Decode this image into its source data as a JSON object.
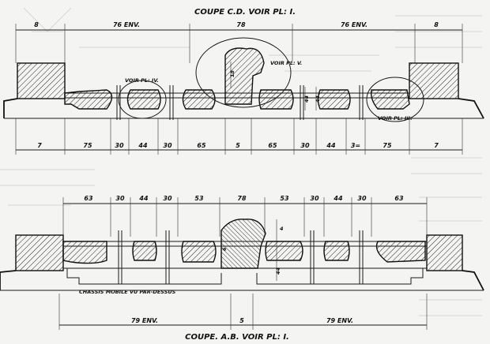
{
  "titles": {
    "top": "COUPE C.D. VOIR PL: I.",
    "bottom": "COUPE. A.B. VOIR PL: I."
  },
  "callouts": {
    "voir_iv": "VOIR PL: IV.",
    "voir_v": "VOIR PL: V.",
    "voir_iii": "VOIR PL: III.",
    "chassis": "CHASSIS MOBILE VU PAR-DESSUS"
  },
  "top_dims": {
    "upper": [
      "8",
      "76 ENV.",
      "78",
      "76 ENV.",
      "8"
    ],
    "lower": [
      "7",
      "75",
      "30",
      "44",
      "30",
      "65",
      "5",
      "65",
      "30",
      "44",
      "3=",
      "75",
      "7"
    ],
    "vertical": [
      "18",
      "44",
      "44"
    ]
  },
  "bottom_dims": {
    "upper": [
      "63",
      "30",
      "44",
      "30",
      "53",
      "78",
      "53",
      "30",
      "44",
      "30",
      "63"
    ],
    "lower": [
      "79 ENV.",
      "5",
      "79 ENV."
    ],
    "vertical": [
      "6",
      "4",
      "44"
    ]
  }
}
